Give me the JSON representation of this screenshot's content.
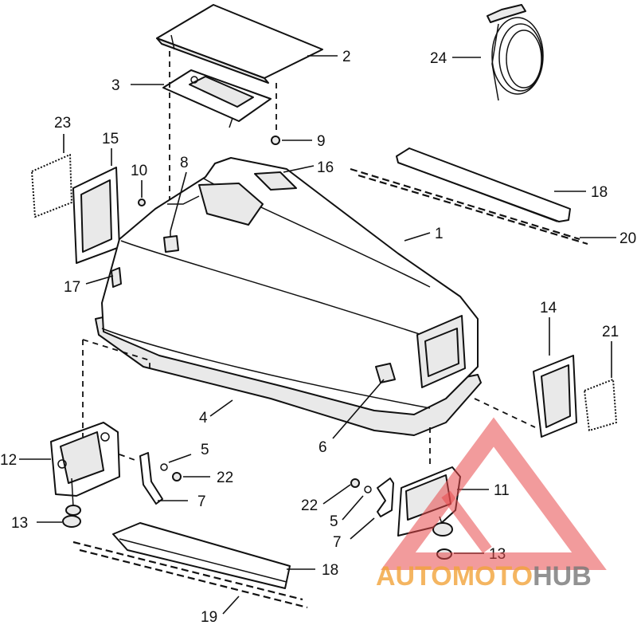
{
  "labels": {
    "n1": "1",
    "n2": "2",
    "n3": "3",
    "n4": "4",
    "n5a": "5",
    "n5b": "5",
    "n6": "6",
    "n7a": "7",
    "n7b": "7",
    "n8": "8",
    "n9": "9",
    "n10": "10",
    "n11": "11",
    "n12": "12",
    "n13a": "13",
    "n13b": "13",
    "n14": "14",
    "n15": "15",
    "n16": "16",
    "n17": "17",
    "n18a": "18",
    "n18b": "18",
    "n19": "19",
    "n20": "20",
    "n21": "21",
    "n22a": "22",
    "n22b": "22",
    "n23": "23",
    "n24": "24"
  },
  "watermark": {
    "part1": "AUTO",
    "part2": "MOTO",
    "part3": "HUB",
    "color1": "#f2a33a",
    "color2": "#f2a33a",
    "color3": "#777777",
    "triangle_color": "#e8484b"
  }
}
